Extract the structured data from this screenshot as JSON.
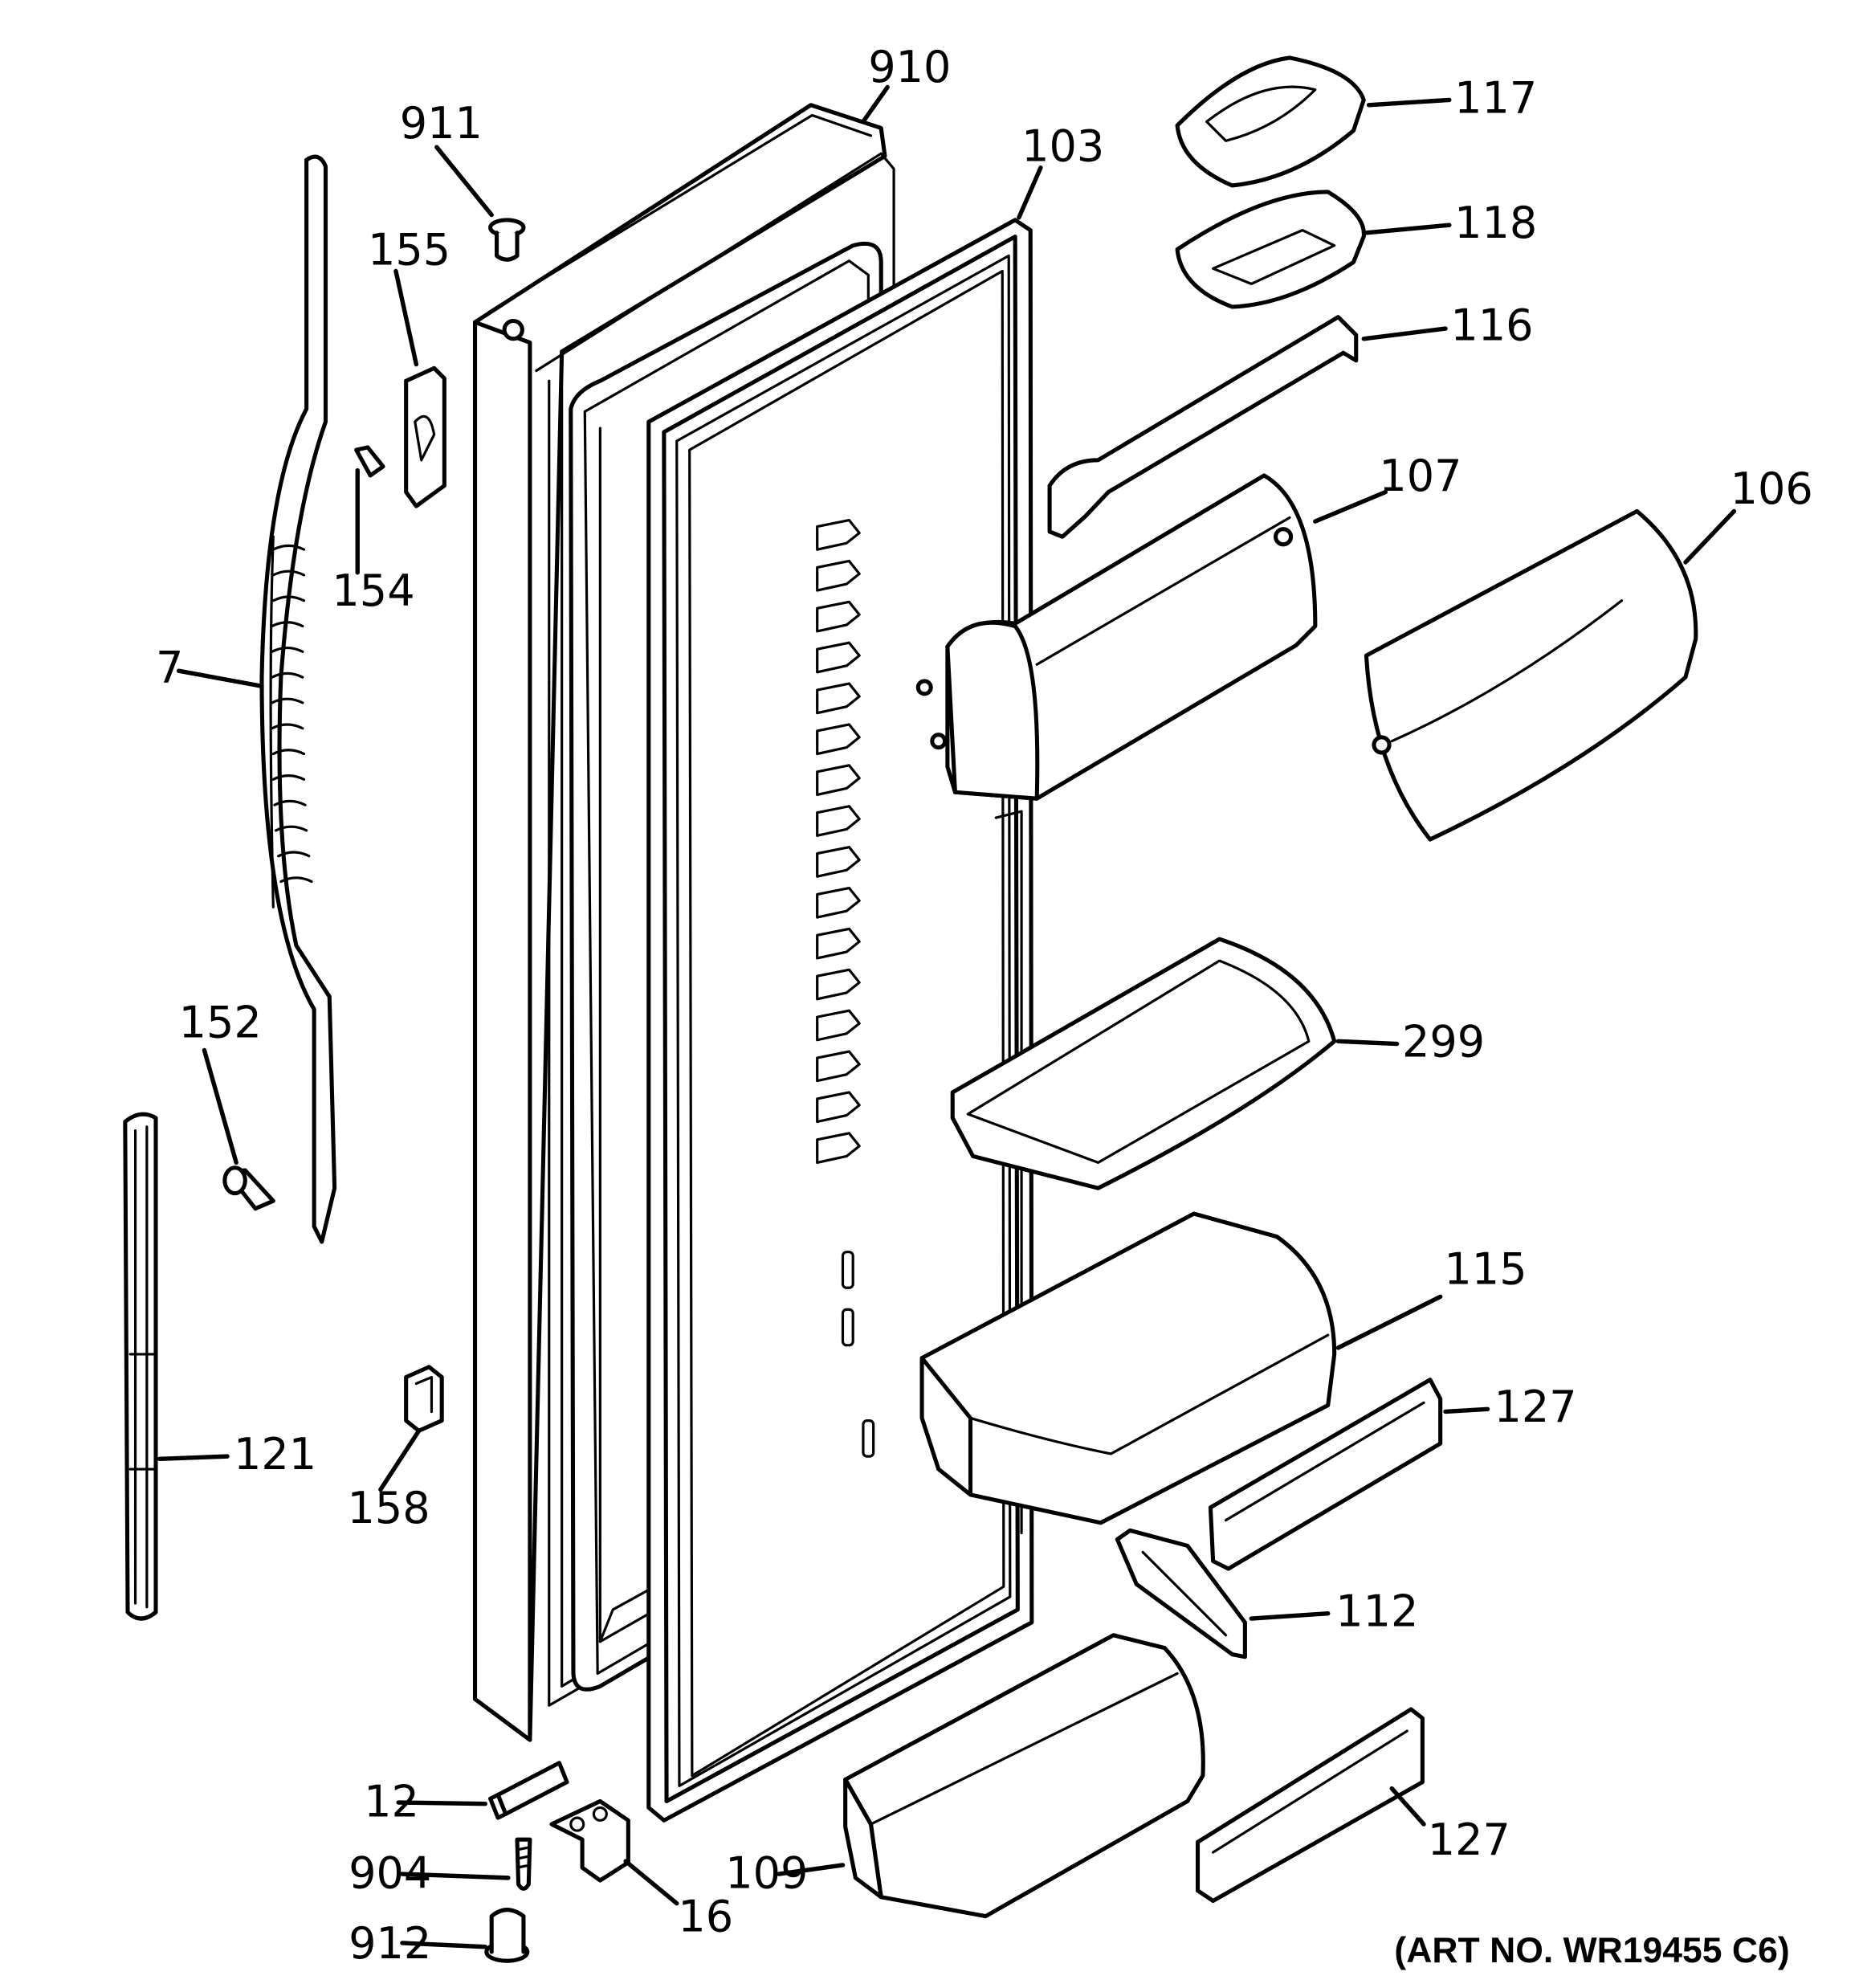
{
  "diagram": {
    "art_number": "(ART NO. WR19455 C6)",
    "callouts": {
      "p910": "910",
      "p911": "911",
      "p103": "103",
      "p155": "155",
      "p154": "154",
      "p7": "7",
      "p152": "152",
      "p121": "121",
      "p158": "158",
      "p12": "12",
      "p904": "904",
      "p912": "912",
      "p16": "16",
      "p109": "109",
      "p117": "117",
      "p118": "118",
      "p116": "116",
      "p107": "107",
      "p106": "106",
      "p299": "299",
      "p115": "115",
      "p127a": "127",
      "p112": "112",
      "p127b": "127"
    }
  }
}
